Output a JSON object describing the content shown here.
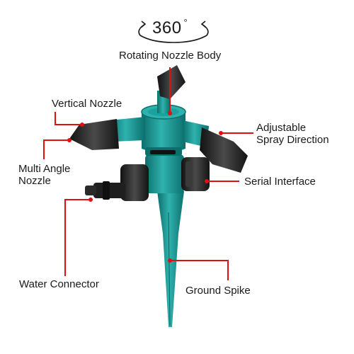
{
  "rotation": {
    "value": "360",
    "unit": "°"
  },
  "labels": {
    "rotating_nozzle_body": "Rotating Nozzle Body",
    "vertical_nozzle": "Vertical Nozzle",
    "adjustable_spray": [
      "Adjustable",
      "Spray Direction"
    ],
    "multi_angle_nozzle": [
      "Multi Angle",
      "Nozzle"
    ],
    "serial_interface": "Serial Interface",
    "water_connector": "Water Connector",
    "ground_spike": "Ground Spike"
  },
  "colors": {
    "body_teal": "#138f8c",
    "body_teal_dark": "#0c6f6c",
    "body_teal_light": "#2fb2ae",
    "nozzle_black": "#2a2a2a",
    "connector_black": "#1f1f1f",
    "leader_red": "#e01010"
  },
  "icons": {
    "rotation_arrows": "curved-double-arrow-icon"
  }
}
